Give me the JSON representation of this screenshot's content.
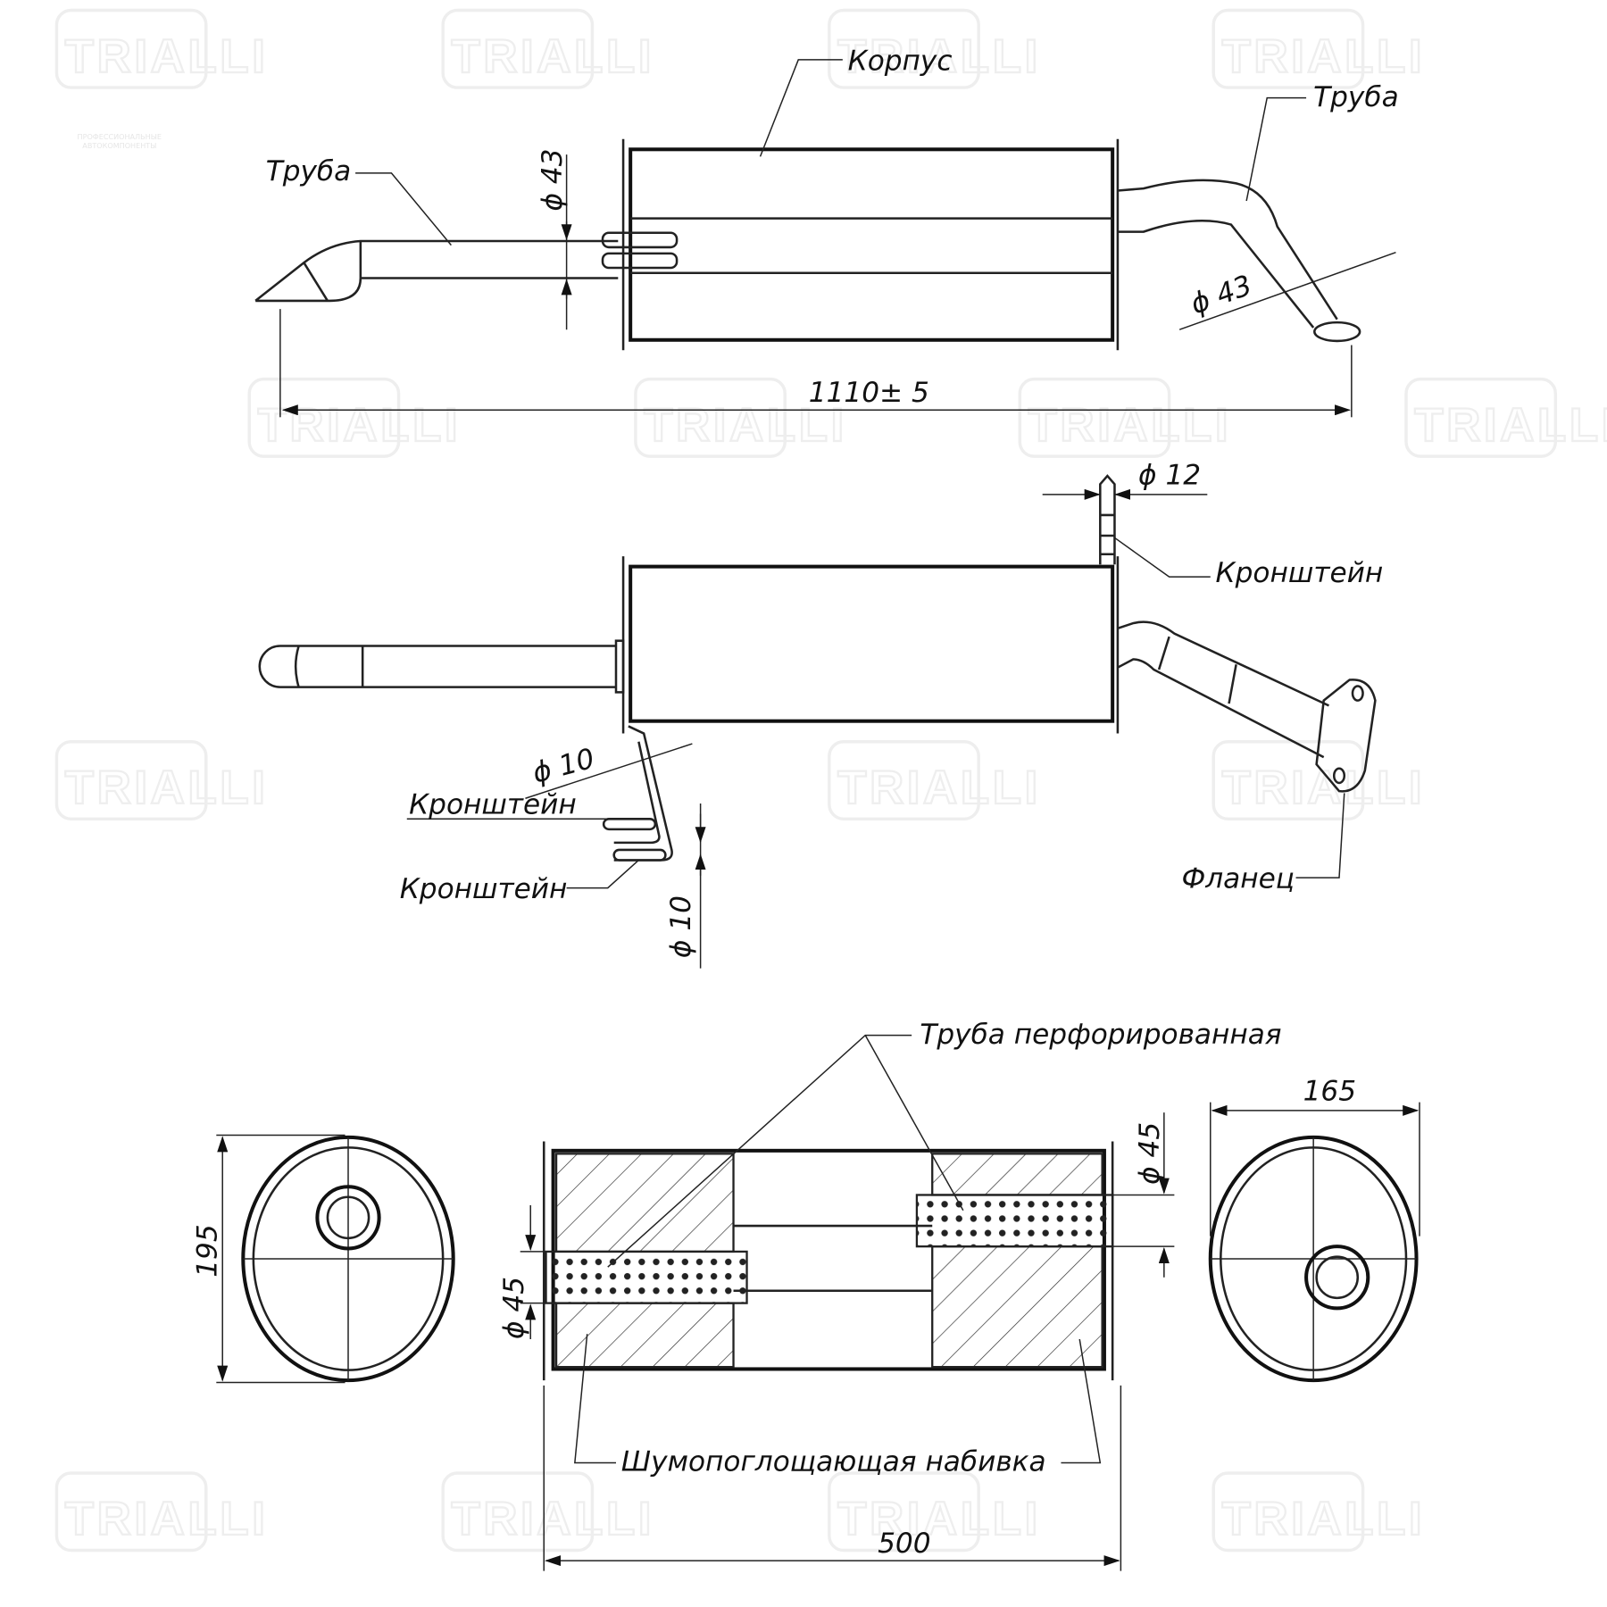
{
  "watermark": {
    "brand": "TRIALLI",
    "tagline_1": "ПРОФЕССИОНАЛЬНЫЕ",
    "tagline_2": "АВТОКОМПОНЕНТЫ"
  },
  "top_view": {
    "body_label": "Корпус",
    "pipe_left_label": "Труба",
    "pipe_right_label": "Труба",
    "dim_inlet": "ϕ 43",
    "dim_outlet": "ϕ 43",
    "dim_length": "1110± 5"
  },
  "side_view": {
    "bracket_top_label": "Кронштейн",
    "bracket_top_dim": "ϕ 12",
    "bracket_mid_label": "Кронштейн",
    "bracket_mid_dim": "ϕ 10",
    "bracket_low_label": "Кронштейн",
    "bracket_low_dim": "ϕ 10",
    "flange_label": "Фланец"
  },
  "section_view": {
    "perforated_label": "Труба перфорированная",
    "packing_label": "Шумопоглощающая набивка",
    "dim_height": "195",
    "dim_width": "165",
    "dim_length": "500",
    "dim_pipe_left": "ϕ 45",
    "dim_pipe_right": "ϕ 45"
  }
}
